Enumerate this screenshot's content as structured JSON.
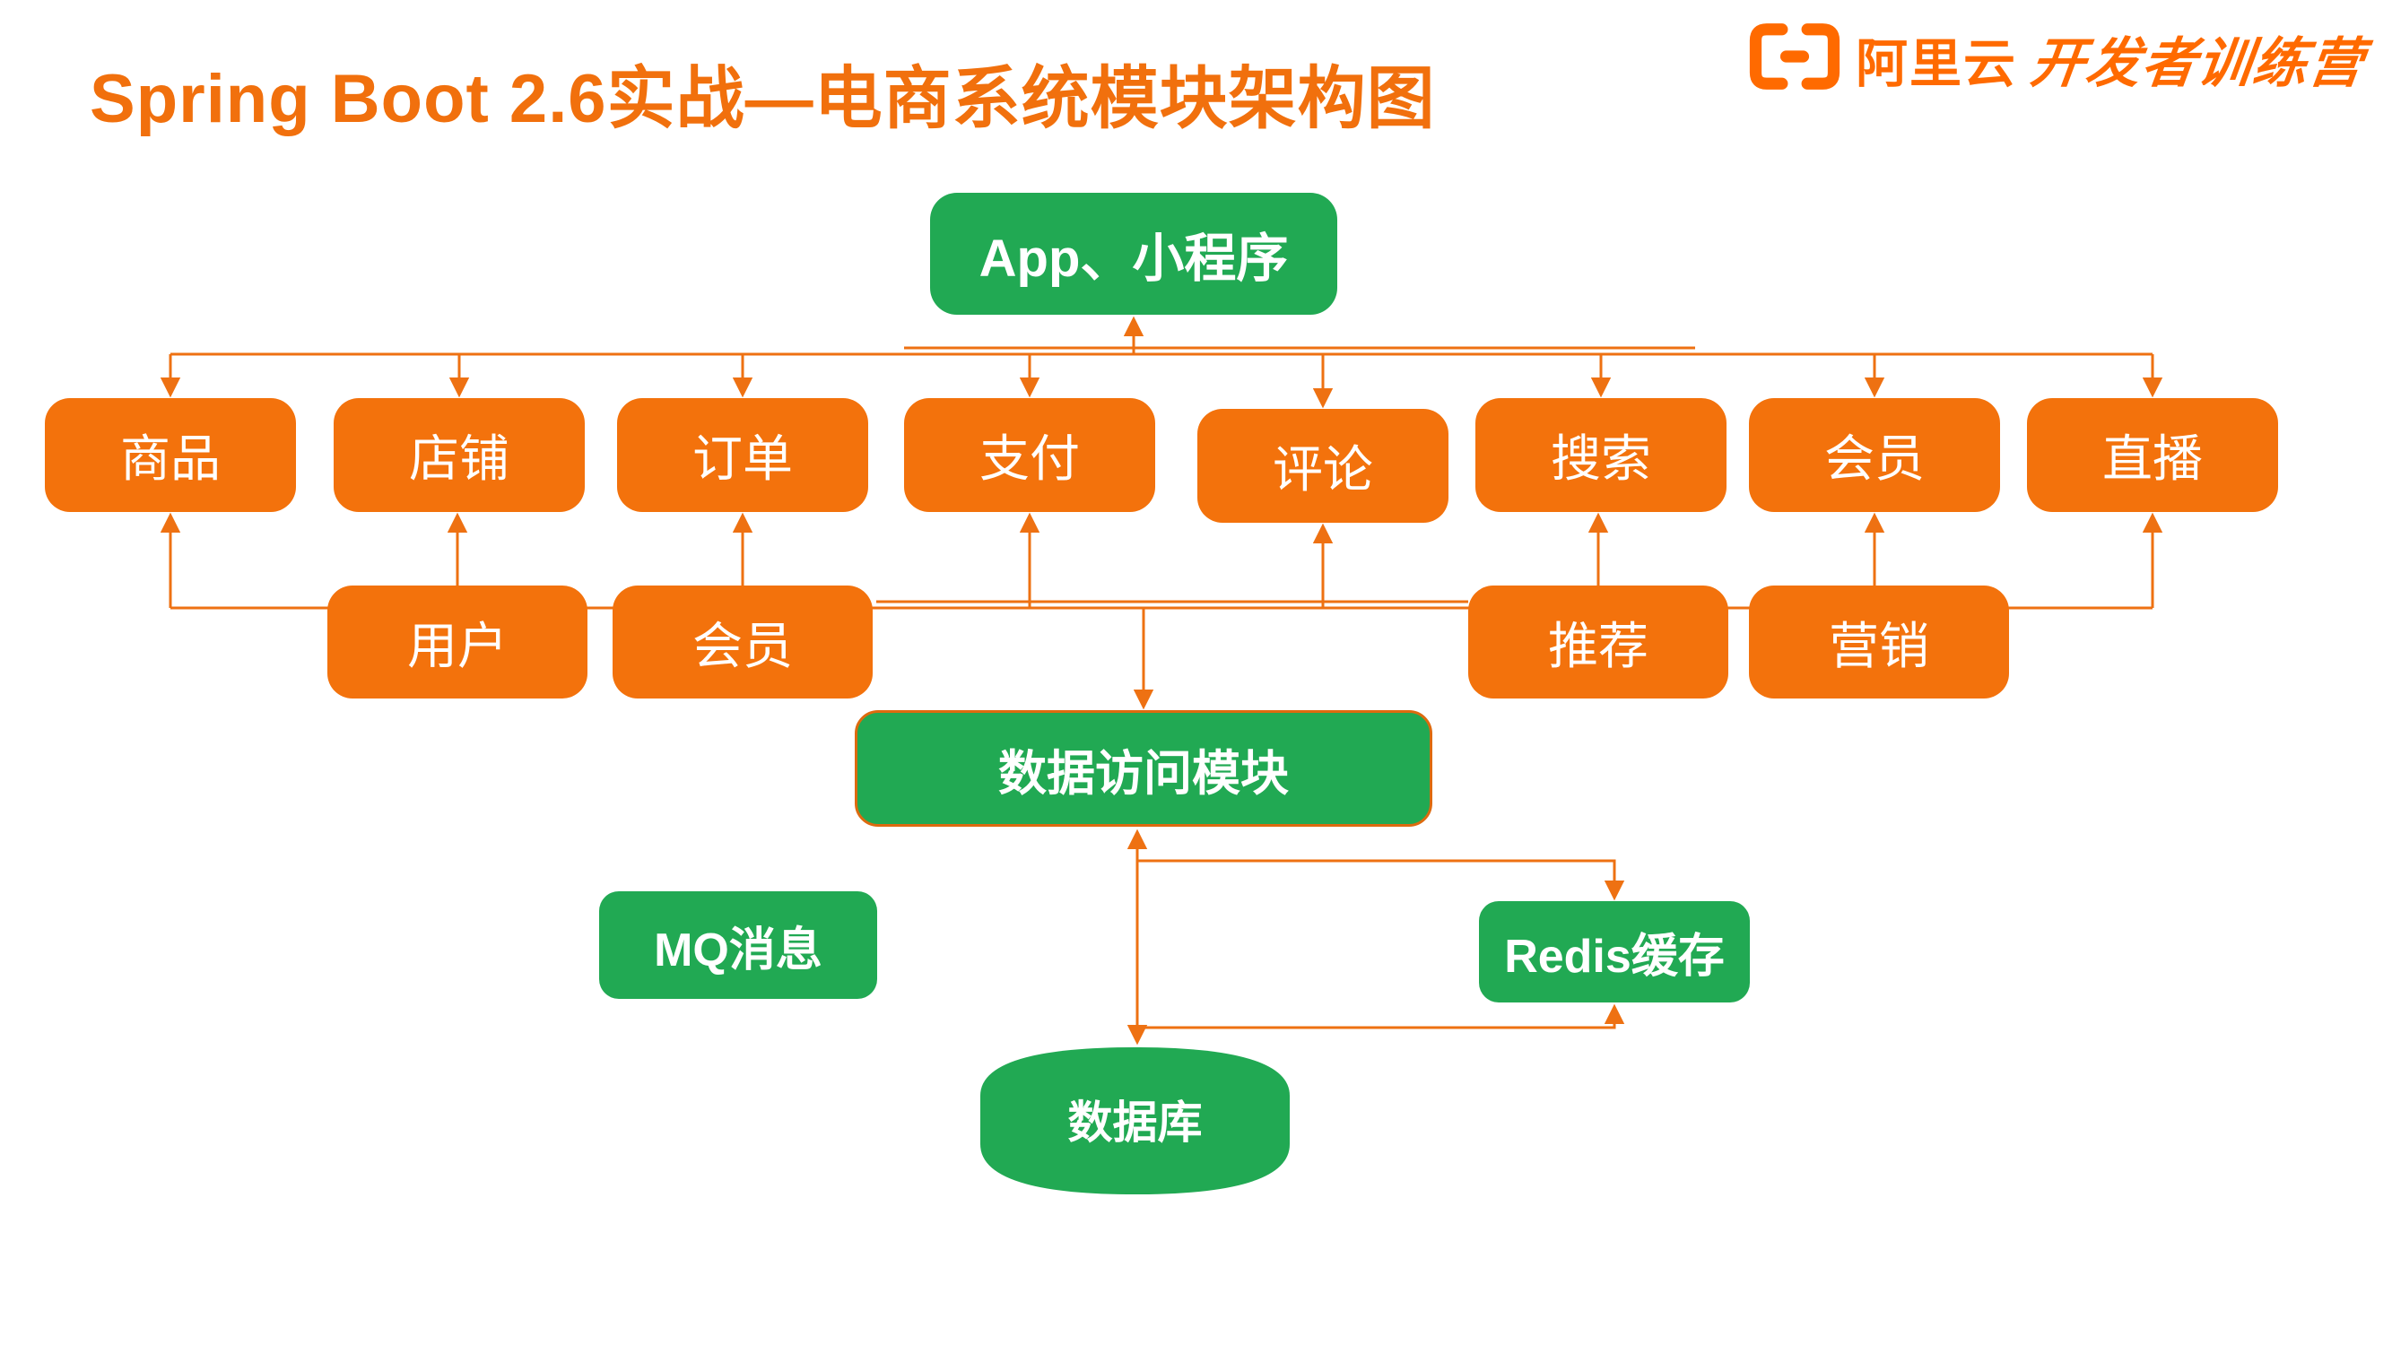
{
  "page": {
    "title": "Spring Boot 2.6实战—电商系统模块架构图"
  },
  "logo": {
    "bracket_icon": "alibaba-cloud-bracket",
    "brand": "阿里云",
    "program": "开发者训练营"
  },
  "colors": {
    "orange_box": "#F3720C",
    "green_box": "#21A953",
    "connector": "#EE7112",
    "title_orange": "#F1700D",
    "logo_orange": "#FF6A00",
    "data_access_border": "#DD6A0F",
    "box_text": "#FFFFFF"
  },
  "client": {
    "label": "App、小程序"
  },
  "modules": {
    "row1": [
      {
        "label": "商品"
      },
      {
        "label": "店铺"
      },
      {
        "label": "订单"
      },
      {
        "label": "支付"
      },
      {
        "label": "评论"
      },
      {
        "label": "搜索"
      },
      {
        "label": "会员"
      },
      {
        "label": "直播"
      }
    ],
    "row2": [
      {
        "label": "用户"
      },
      {
        "label": "会员"
      },
      {
        "label": "推荐"
      },
      {
        "label": "营销"
      }
    ]
  },
  "data_access": {
    "label": "数据访问模块"
  },
  "middleware": {
    "mq": {
      "label": "MQ消息"
    },
    "redis": {
      "label": "Redis缓存"
    }
  },
  "database": {
    "label": "数据库"
  }
}
